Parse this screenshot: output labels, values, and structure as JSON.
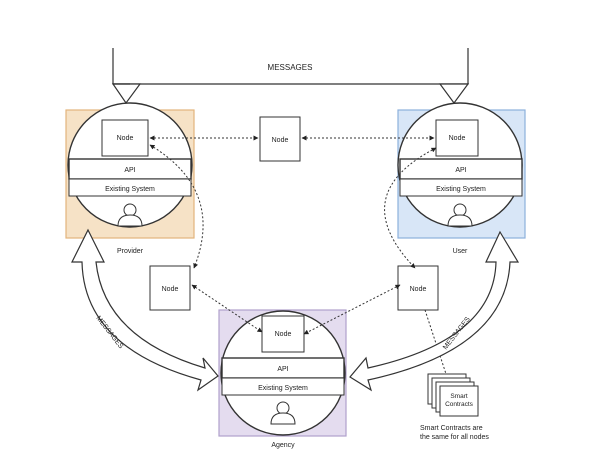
{
  "messages": {
    "top": "MESSAGES",
    "left": "MESSAGES",
    "right": "MESSAGES"
  },
  "node_label": "Node",
  "api_label": "API",
  "existing_system_label": "Existing System",
  "actors": {
    "provider": "Provider",
    "user": "User",
    "agency": "Agency"
  },
  "smart_contracts": {
    "stack_label_line1": "Smart",
    "stack_label_line2": "Contracts",
    "note_line1": "Smart Contracts are",
    "note_line2": "the same for all nodes"
  },
  "colors": {
    "provider": "#f6e2c6",
    "provider_border": "#e3b47c",
    "user": "#d8e6f7",
    "user_border": "#8db0dc",
    "agency": "#e4dcef",
    "agency_border": "#b0a0cc"
  }
}
